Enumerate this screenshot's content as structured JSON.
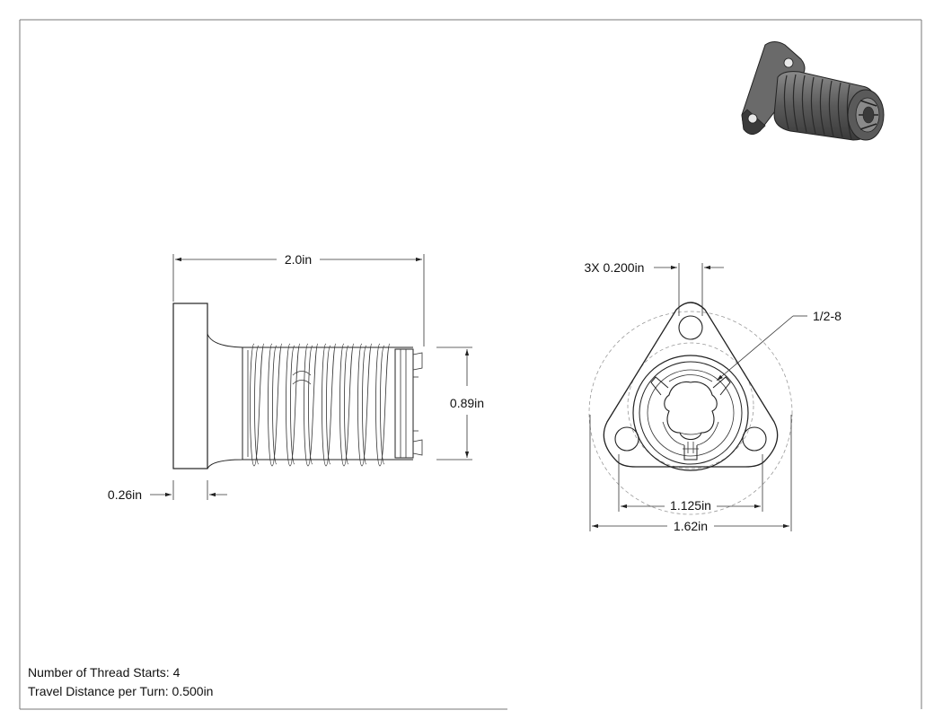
{
  "dimensions": {
    "overall_length": "2.0in",
    "thread_diameter": "0.89in",
    "flange_thickness": "0.26in",
    "hole_size": "3X 0.200in",
    "thread_spec": "1/2-8",
    "bolt_circle": "1.125in",
    "flange_width": "1.62in"
  },
  "notes": {
    "thread_starts": "Number of Thread Starts: 4",
    "travel_per_turn": "Travel Distance per Turn: 0.500in"
  },
  "colors": {
    "line": "#222222",
    "hidden": "#9a9a9a",
    "shade_dark": "#4a4a4a",
    "shade_light": "#8a8a8a"
  }
}
